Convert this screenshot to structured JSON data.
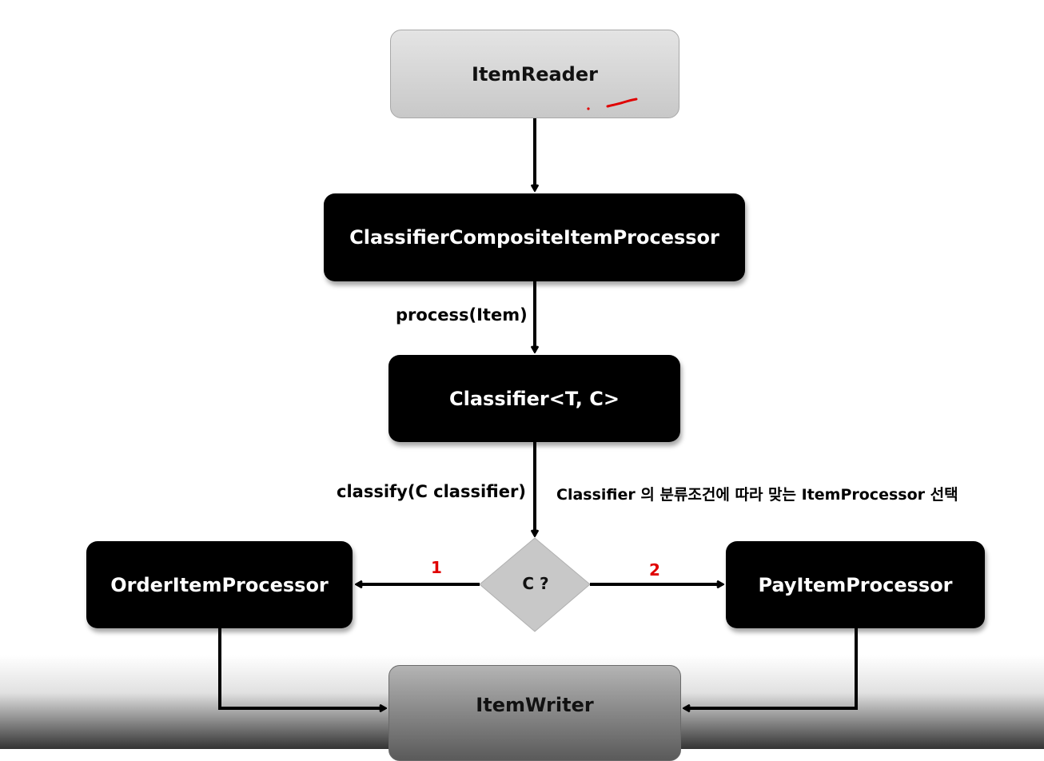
{
  "nodes": {
    "item_reader": "ItemReader",
    "composite_processor": "ClassifierCompositeItemProcessor",
    "classifier": "Classifier<T, C>",
    "decision": "C ?",
    "order_processor": "OrderItemProcessor",
    "pay_processor": "PayItemProcessor",
    "item_writer": "ItemWriter"
  },
  "edge_labels": {
    "process": "process(Item)",
    "classify": "classify(C classifier)",
    "note": "Classifier 의 분류조건에 따라 맞는 ItemProcessor 선택",
    "branch_1": "1",
    "branch_2": "2"
  },
  "colors": {
    "dark_box": "#000000",
    "light_box": "#d4d4d4",
    "diamond": "#c8c8c8",
    "branch_number": "#e00000",
    "annotation_stroke": "#e00000"
  }
}
